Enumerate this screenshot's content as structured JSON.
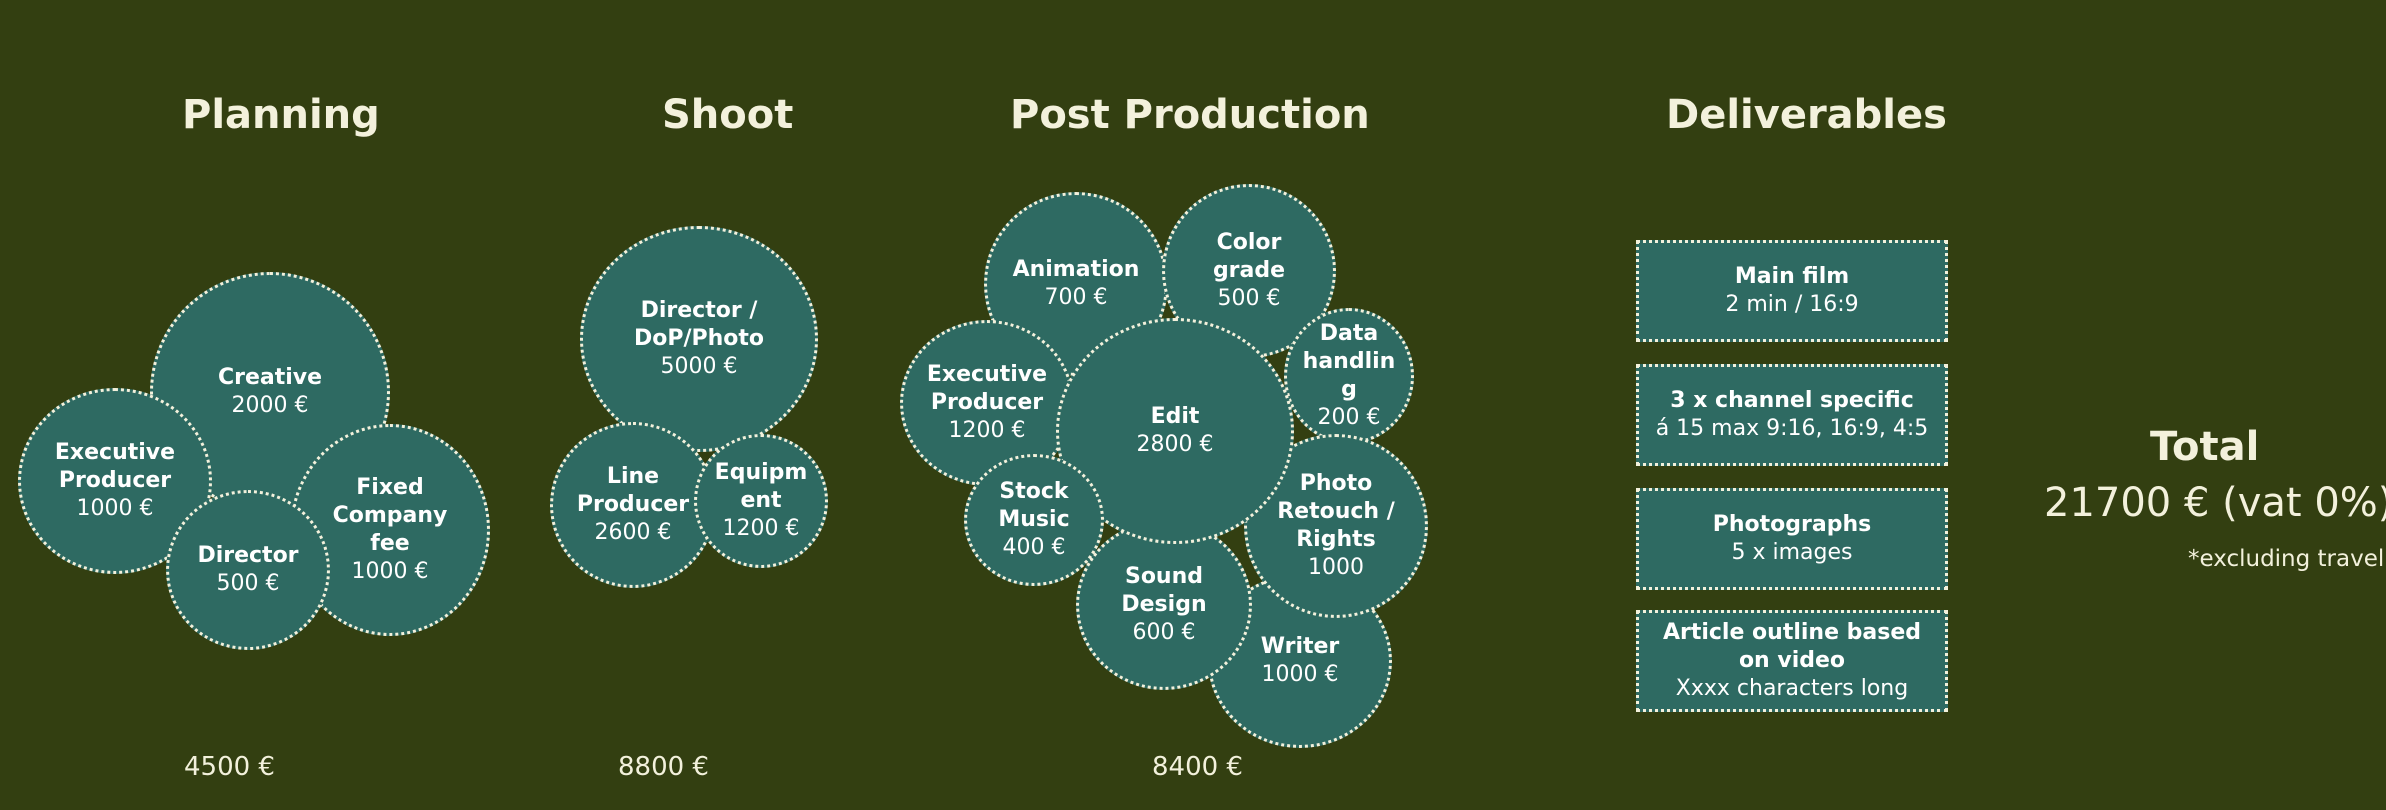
{
  "sections": {
    "planning": {
      "title": "Planning",
      "sum": "4500 €",
      "items": [
        {
          "name": "Creative",
          "amount": "2000 €"
        },
        {
          "name": "Executive\nProducer",
          "amount": "1000 €"
        },
        {
          "name": "Fixed\nCompany\nfee",
          "amount": "1000 €"
        },
        {
          "name": "Director",
          "amount": "500 €"
        }
      ]
    },
    "shoot": {
      "title": "Shoot",
      "sum": "8800 €",
      "items": [
        {
          "name": "Director /\nDoP/Photo",
          "amount": "5000 €"
        },
        {
          "name": "Line\nProducer",
          "amount": "2600 €"
        },
        {
          "name": "Equipm\nent",
          "amount": "1200 €"
        }
      ]
    },
    "post": {
      "title": "Post Production",
      "sum": "8400 €",
      "items": [
        {
          "name": "Animation",
          "amount": "700 €"
        },
        {
          "name": "Color\ngrade",
          "amount": "500 €"
        },
        {
          "name": "Data\nhandlin\ng",
          "amount": "200 €"
        },
        {
          "name": "Executive\nProducer",
          "amount": "1200 €"
        },
        {
          "name": "Edit",
          "amount": "2800 €"
        },
        {
          "name": "Stock\nMusic",
          "amount": "400 €"
        },
        {
          "name": "Photo\nRetouch /\nRights",
          "amount": "1000"
        },
        {
          "name": "Sound\nDesign",
          "amount": "600 €"
        },
        {
          "name": "Writer",
          "amount": "1000 €"
        }
      ]
    },
    "deliverables": {
      "title": "Deliverables",
      "items": [
        {
          "name": "Main film",
          "detail": "2 min / 16:9"
        },
        {
          "name": "3 x channel specific",
          "detail": "á 15 max 9:16, 16:9, 4:5"
        },
        {
          "name": "Photographs",
          "detail": "5 x images"
        },
        {
          "name": "Article outline based\non video",
          "detail": "Xxxx characters long"
        }
      ]
    }
  },
  "total": {
    "label": "Total",
    "value": "21700 €  (vat 0%)",
    "note": "*excluding travel"
  },
  "colors": {
    "background": "#333f11",
    "bubble": "#2e6a62",
    "text": "#f3f1dc"
  }
}
